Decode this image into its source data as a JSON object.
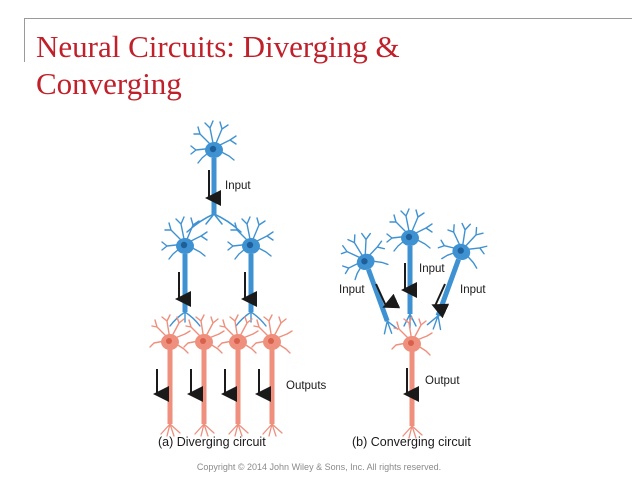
{
  "slide": {
    "title_line1": "Neural Circuits: Diverging &",
    "title_line2": "Converging",
    "copyright": "Copyright © 2014 John Wiley & Sons, Inc. All rights reserved."
  },
  "diverging": {
    "caption": "(a) Diverging circuit",
    "input_label": "Input",
    "outputs_label": "Outputs"
  },
  "converging": {
    "caption": "(b) Converging circuit",
    "input_top_label": "Input",
    "input_left_label": "Input",
    "input_right_label": "Input",
    "output_label": "Output"
  },
  "colors": {
    "title": "#c0202a",
    "presynaptic_neuron": "#3f92d2",
    "postsynaptic_neuron": "#ef8f7d",
    "arrow": "#1a1a1a"
  }
}
